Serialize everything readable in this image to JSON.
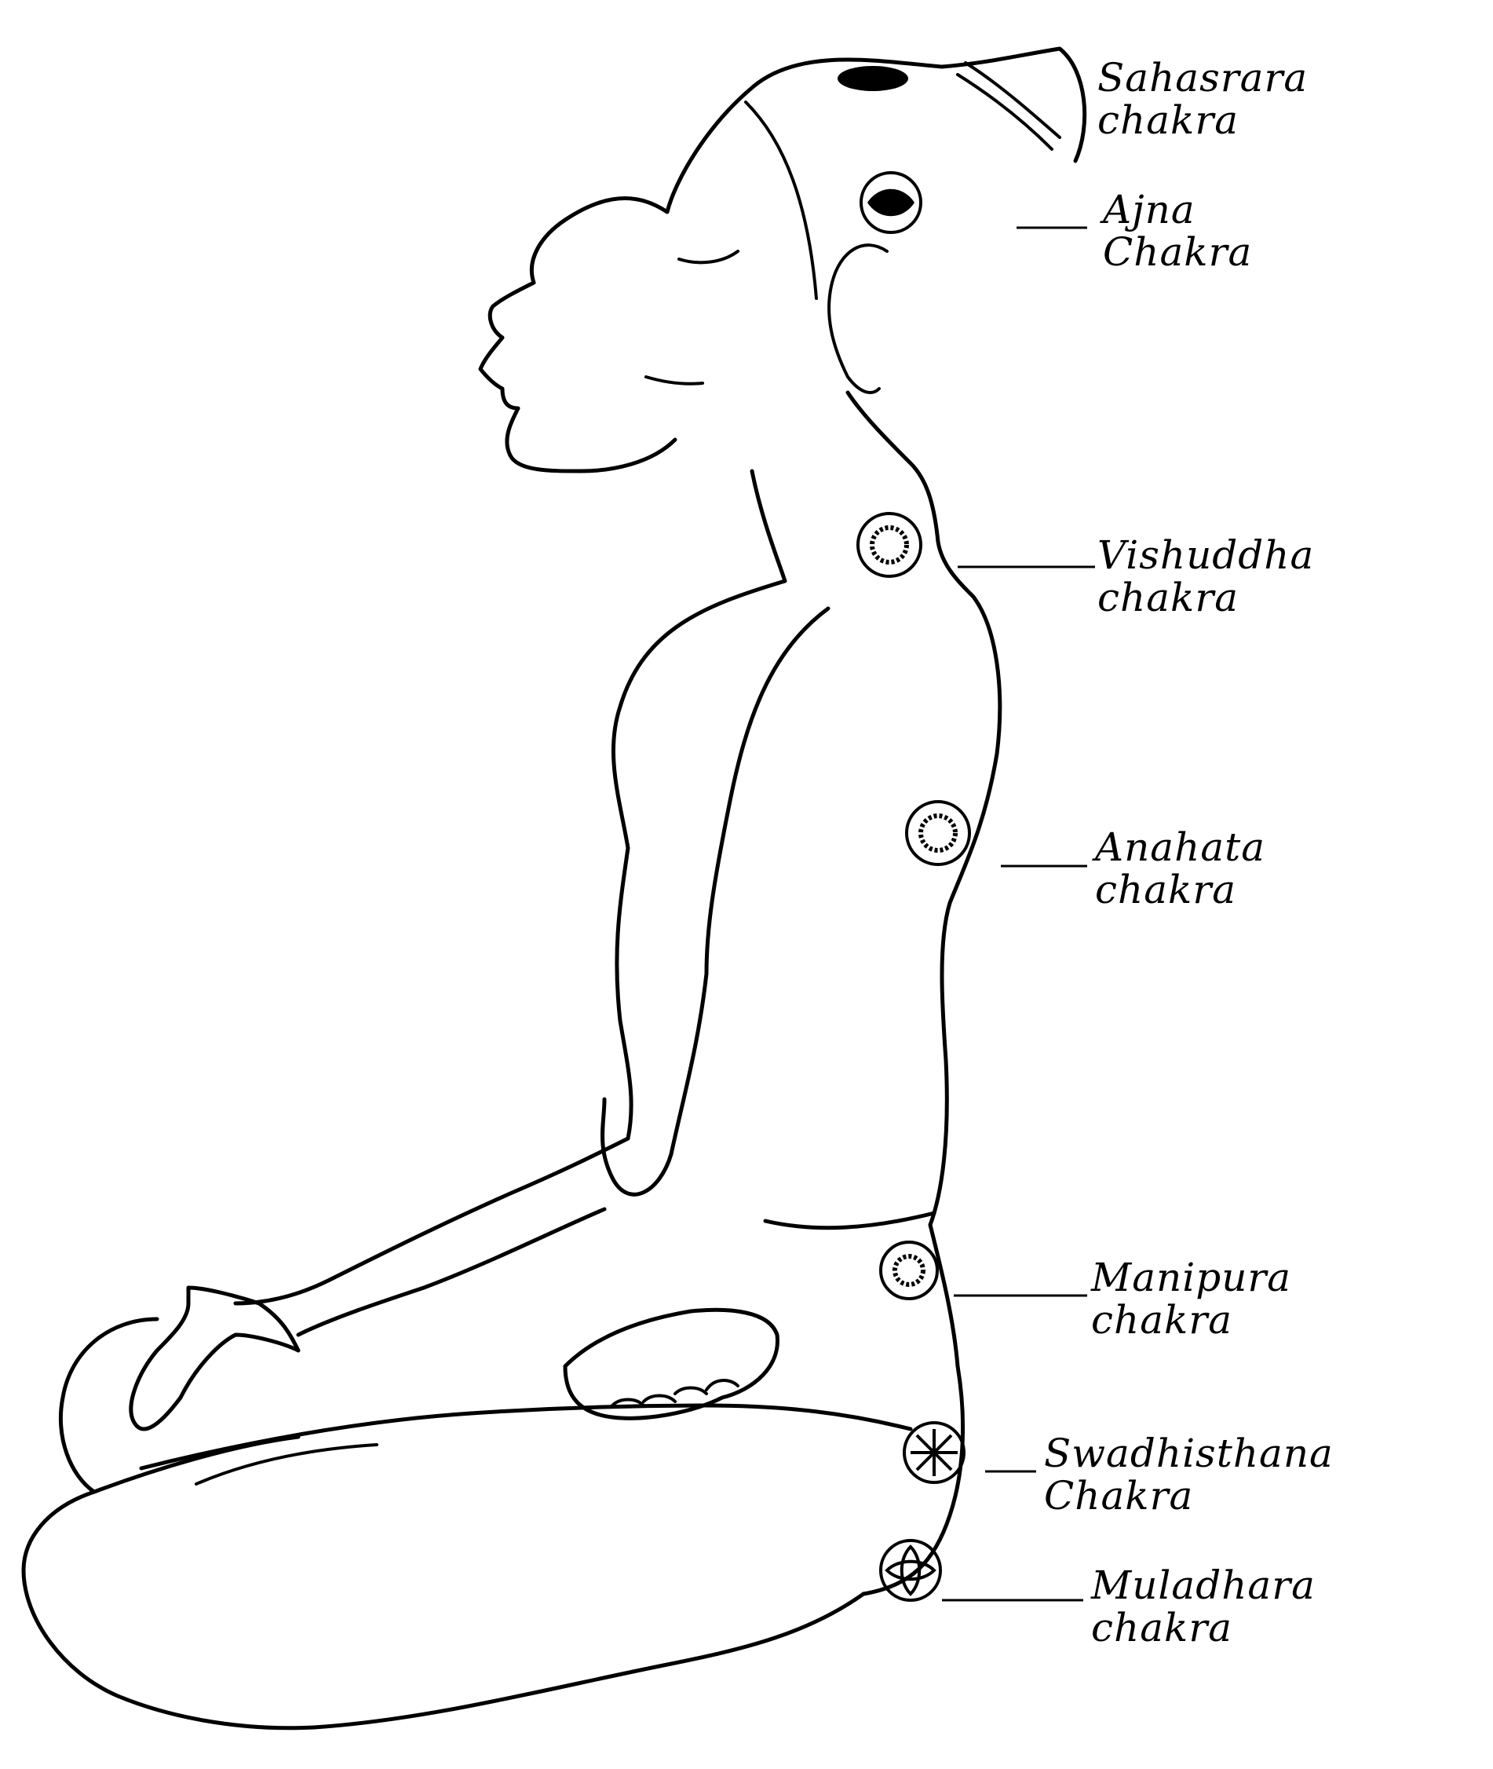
{
  "diagram": {
    "chakras": [
      {
        "id": "sahasrara",
        "name": "Sahasrara",
        "word": "chakra"
      },
      {
        "id": "ajna",
        "name": "Ajna",
        "word": "Chakra"
      },
      {
        "id": "vishuddha",
        "name": "Vishuddha",
        "word": "chakra"
      },
      {
        "id": "anahata",
        "name": "Anahata",
        "word": "chakra"
      },
      {
        "id": "manipura",
        "name": "Manipura",
        "word": "chakra"
      },
      {
        "id": "swadhisthana",
        "name": "Swadhisthana",
        "word": "Chakra"
      },
      {
        "id": "muladhara",
        "name": "Muladhara",
        "word": "chakra"
      }
    ]
  }
}
